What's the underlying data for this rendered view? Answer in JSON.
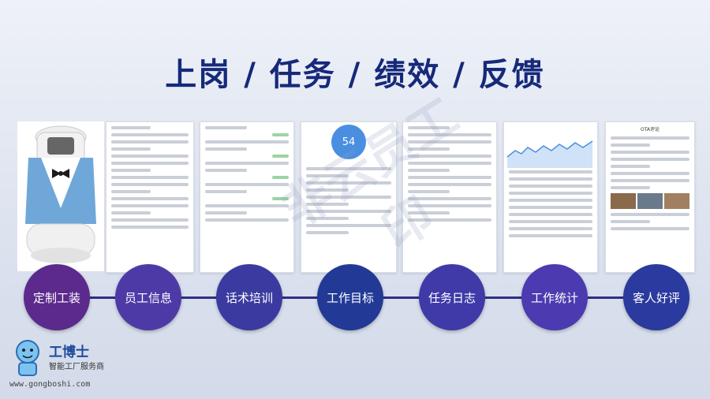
{
  "headline": "上岗  /  任务 /  绩效 /  反馈",
  "watermark": "非云员工印",
  "steps": [
    {
      "label": "定制工装",
      "color": "#5b2a8c"
    },
    {
      "label": "员工信息",
      "color": "#4d3aa6"
    },
    {
      "label": "话术培训",
      "color": "#3a3aa0"
    },
    {
      "label": "工作目标",
      "color": "#223a96"
    },
    {
      "label": "任务日志",
      "color": "#3f3aa8"
    },
    {
      "label": "工作统计",
      "color": "#4b3ab0"
    },
    {
      "label": "客人好评",
      "color": "#2b3a9e"
    }
  ],
  "screens": {
    "target_value": "54",
    "review_title": "OTA评论"
  },
  "logo": {
    "name": "工博士",
    "subtitle": "智能工厂服务商",
    "url": "www.gongboshi.com"
  }
}
